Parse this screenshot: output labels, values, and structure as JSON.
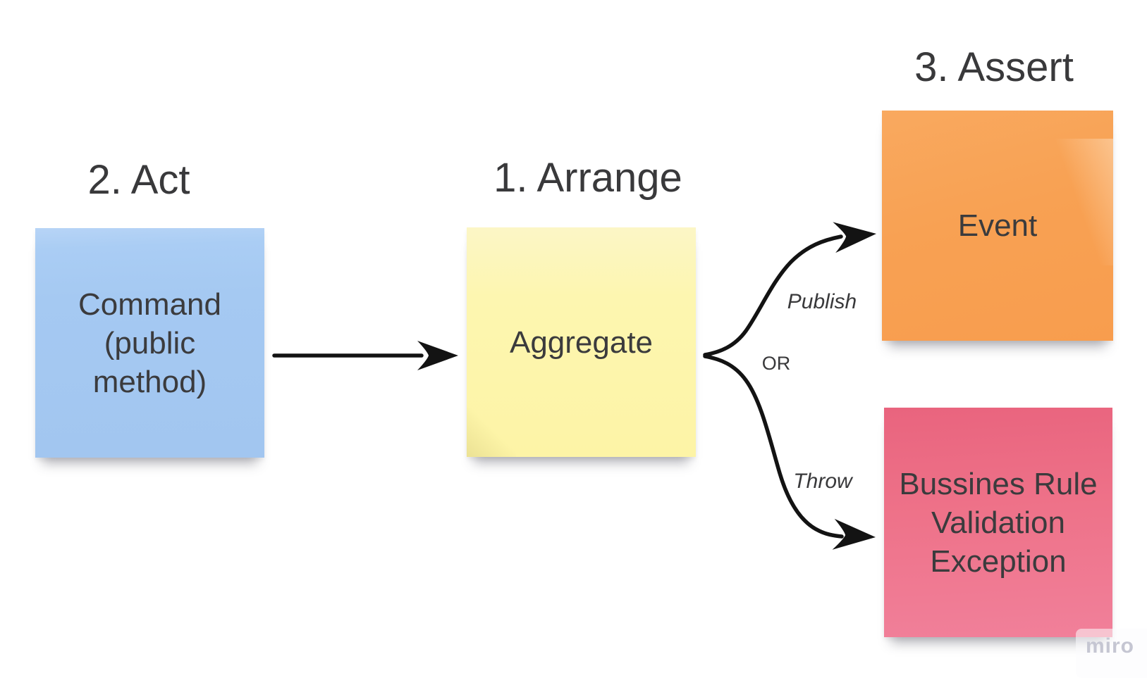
{
  "board": {
    "background_color": "#ffffff",
    "watermark": "miro",
    "watermark_color": "#c5c6d2",
    "text_color": "#3b3b3d",
    "connector_color": "#131313"
  },
  "section_labels": {
    "arrange": "1. Arrange",
    "act": "2. Act",
    "assert": "3. Assert"
  },
  "notes": {
    "command": {
      "lines": [
        "Command",
        "(public",
        "method)"
      ],
      "color": "#a6caf3"
    },
    "aggregate": {
      "lines": [
        "Aggregate"
      ],
      "color": "#fdf5ab"
    },
    "event": {
      "lines": [
        "Event"
      ],
      "color": "#f9a355"
    },
    "exception": {
      "lines": [
        "Bussines Rule",
        "Validation",
        "Exception"
      ],
      "color": "#ed6e86"
    }
  },
  "connector_labels": {
    "publish": "Publish",
    "or": "OR",
    "throw": "Throw"
  }
}
